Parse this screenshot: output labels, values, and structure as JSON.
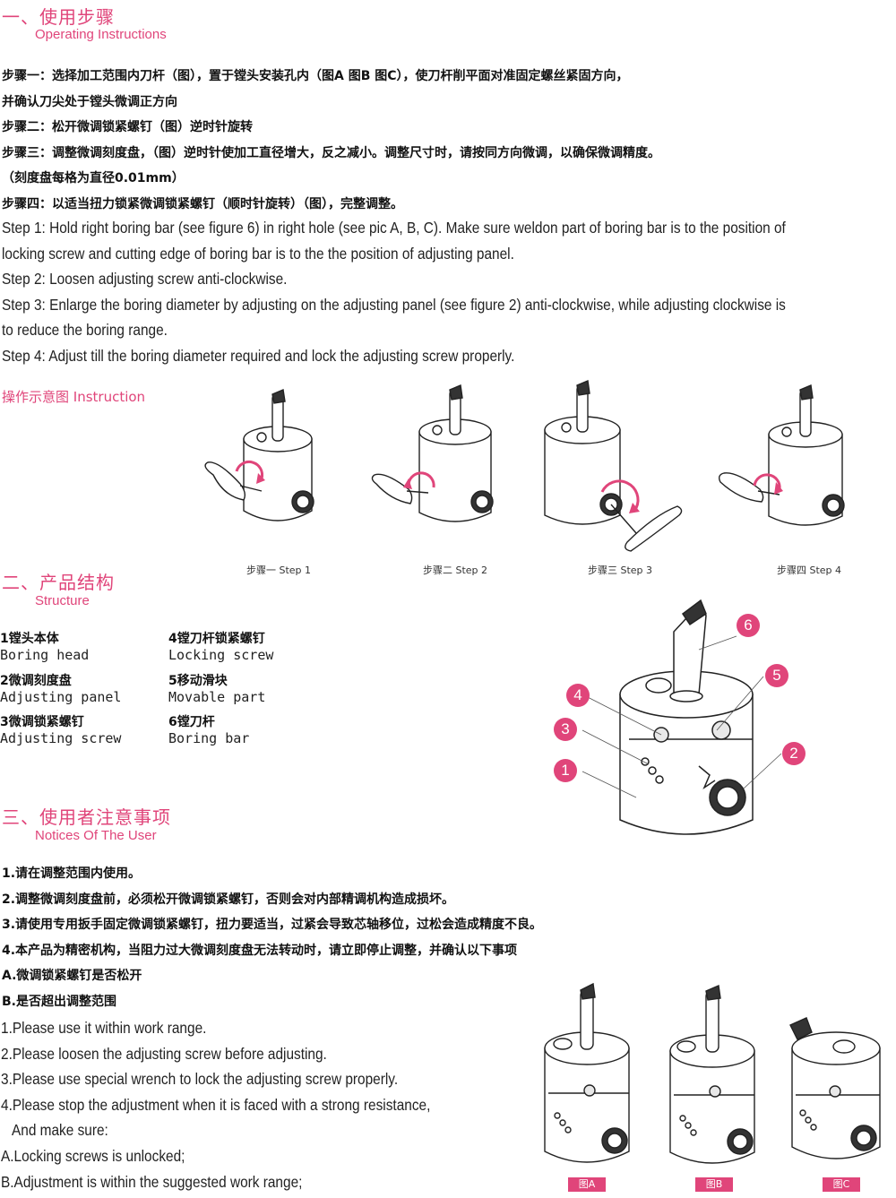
{
  "colors": {
    "accent": "#e0457a",
    "text": "#1a1a1a"
  },
  "section1": {
    "title_cn": "一、使用步骤",
    "title_en": "Operating Instructions",
    "cn_lines": [
      "步骤一：选择加工范围内刀杆（图），置于镗头安装孔内（图A  图B  图C），使刀杆削平面对准固定螺丝紧固方向，",
      "并确认刀尖处于镗头微调正方向",
      "步骤二：松开微调锁紧螺钉（图）逆时针旋转",
      "步骤三：调整微调刻度盘，（图）逆时针使加工直径增大，反之减小。调整尺寸时，请按同方向微调，以确保微调精度。",
      "（刻度盘每格为直径0.01mm）",
      "步骤四：以适当扭力锁紧微调锁紧螺钉（顺时针旋转）（图），完整调整。"
    ],
    "en_lines": [
      "Step 1: Hold right boring bar (see figure 6) in right hole (see pic A, B, C). Make sure weldon part of boring bar is to the position of",
      "locking screw and cutting edge of boring bar is to the the position of adjusting panel.",
      "Step 2: Loosen adjusting screw anti-clockwise.",
      "Step 3: Enlarge the boring diameter by adjusting on the adjusting panel (see figure 2) anti-clockwise, while adjusting clockwise is",
      "to reduce the boring range.",
      "Step 4:  Adjust till the boring diameter required and lock the adjusting screw properly."
    ],
    "diagram_label": "操作示意图 Instruction",
    "steps": [
      "步骤一 Step 1",
      "步骤二 Step 2",
      "步骤三 Step 3",
      "步骤四 Step 4"
    ]
  },
  "section2": {
    "title_cn": "二、产品结构",
    "title_en": "Structure",
    "parts": [
      {
        "cn": "1镗头本体",
        "en": "Boring head"
      },
      {
        "cn": "2微调刻度盘",
        "en": "Adjusting panel"
      },
      {
        "cn": "3微调锁紧螺钉",
        "en": "Adjusting screw"
      },
      {
        "cn": "4镗刀杆锁紧螺钉",
        "en": "Locking screw"
      },
      {
        "cn": "5移动滑块",
        "en": "Movable part"
      },
      {
        "cn": "6镗刀杆",
        "en": "Boring bar"
      }
    ],
    "callouts": [
      "6",
      "5",
      "4",
      "3",
      "2",
      "1"
    ]
  },
  "section3": {
    "title_cn": "三、使用者注意事项",
    "title_en": "Notices Of The User",
    "cn_lines": [
      "1.请在调整范围内使用。",
      "2.调整微调刻度盘前，必须松开微调锁紧螺钉，否则会对内部精调机构造成损坏。",
      "3.请使用专用扳手固定微调锁紧螺钉，扭力要适当，过紧会导致芯轴移位，过松会造成精度不良。",
      "4.本产品为精密机构，当阻力过大微调刻度盘无法转动时，请立即停止调整，并确认以下事项",
      "A.微调锁紧螺钉是否松开",
      "B.是否超出调整范围"
    ],
    "en_lines": [
      "1.Please use it within work range.",
      "2.Please loosen the adjusting screw before adjusting.",
      "3.Please use special wrench to lock the adjusting screw properly.",
      "4.Please stop the adjustment when it is faced with a strong resistance,",
      "   And make sure:",
      "A.Locking screws is unlocked;",
      "B.Adjustment is within the suggested work range;"
    ],
    "figure_tags": [
      "图A",
      "图B",
      "图C"
    ]
  }
}
